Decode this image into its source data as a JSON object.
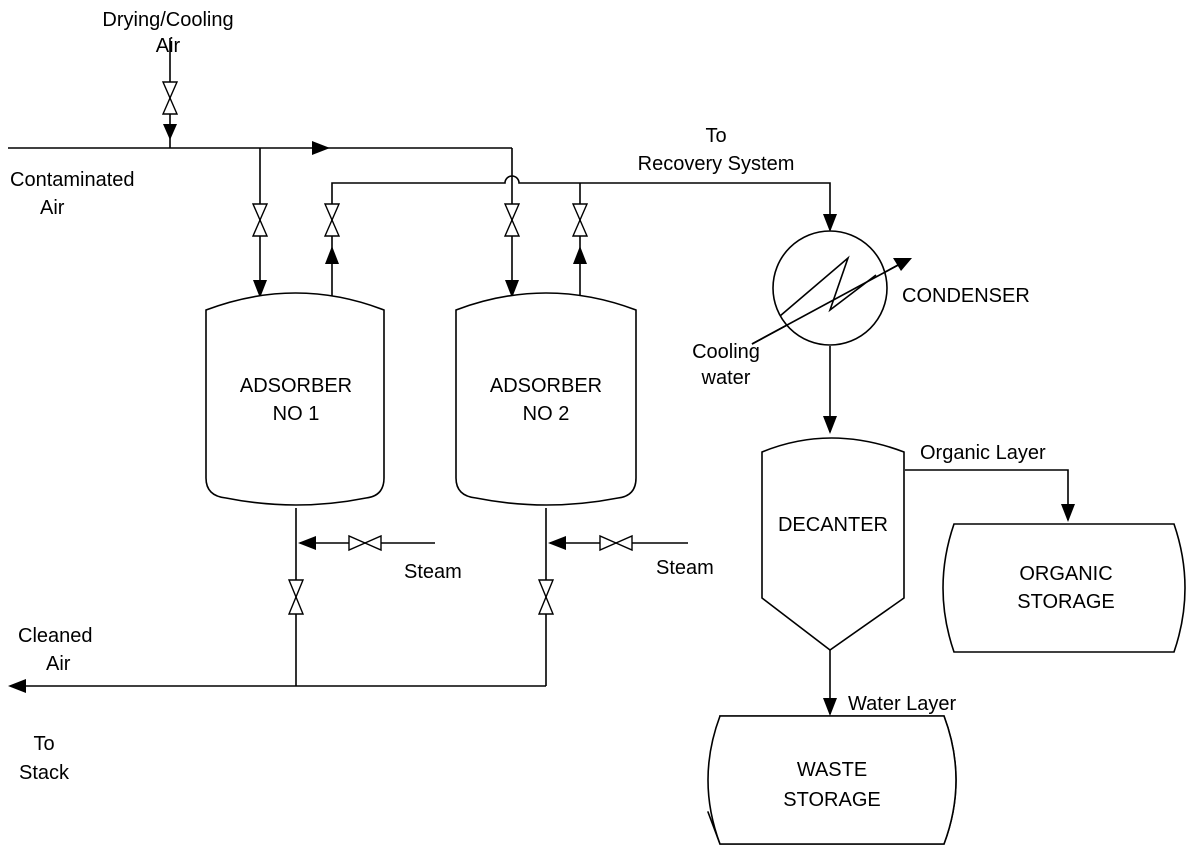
{
  "labels": {
    "drying_air_line1": "Drying/Cooling",
    "drying_air_line2": "Air",
    "contaminated_air_line1": "Contaminated",
    "contaminated_air_line2": "Air",
    "to_recovery_line1": "To",
    "to_recovery_line2": "Recovery System",
    "condenser": "CONDENSER",
    "cooling_water_line1": "Cooling",
    "cooling_water_line2": "water",
    "adsorber1_line1": "ADSORBER",
    "adsorber1_line2": "NO 1",
    "adsorber2_line1": "ADSORBER",
    "adsorber2_line2": "NO 2",
    "steam1": "Steam",
    "steam2": "Steam",
    "cleaned_air_line1": "Cleaned",
    "cleaned_air_line2": "Air",
    "to_stack_line1": "To",
    "to_stack_line2": "Stack",
    "decanter": "DECANTER",
    "organic_layer": "Organic Layer",
    "organic_storage_line1": "ORGANIC",
    "organic_storage_line2": "STORAGE",
    "water_layer": "Water Layer",
    "waste_storage_line1": "WASTE",
    "waste_storage_line2": "STORAGE"
  },
  "colors": {
    "line": "#000000",
    "background": "#ffffff"
  }
}
